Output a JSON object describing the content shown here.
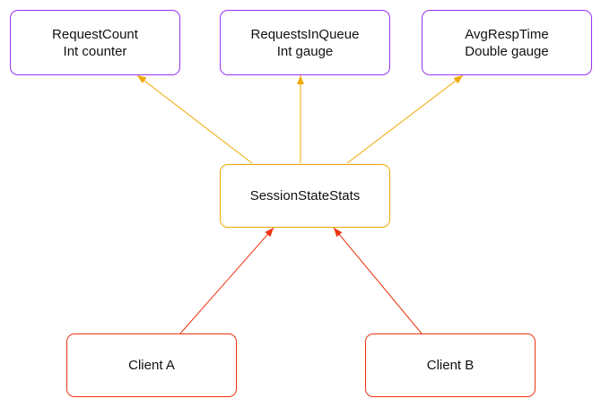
{
  "colors": {
    "metric_border": "#9933ee",
    "stats_border": "#f0a800",
    "client_border": "#ee3311",
    "stats_edge": "#f0a800",
    "client_edge": "#ee3311"
  },
  "nodes": {
    "request_count": {
      "line1": "RequestCount",
      "line2": "Int counter"
    },
    "requests_in_queue": {
      "line1": "RequestsInQueue",
      "line2": "Int gauge"
    },
    "avg_resp_time": {
      "line1": "AvgRespTime",
      "line2": "Double gauge"
    },
    "session_state_stats": {
      "label": "SessionStateStats"
    },
    "client_a": {
      "label": "Client A"
    },
    "client_b": {
      "label": "Client B"
    }
  },
  "edges": [
    {
      "from": "session_state_stats",
      "to": "request_count",
      "color_key": "stats_edge"
    },
    {
      "from": "session_state_stats",
      "to": "requests_in_queue",
      "color_key": "stats_edge"
    },
    {
      "from": "session_state_stats",
      "to": "avg_resp_time",
      "color_key": "stats_edge"
    },
    {
      "from": "client_a",
      "to": "session_state_stats",
      "color_key": "client_edge"
    },
    {
      "from": "client_b",
      "to": "session_state_stats",
      "color_key": "client_edge"
    }
  ]
}
